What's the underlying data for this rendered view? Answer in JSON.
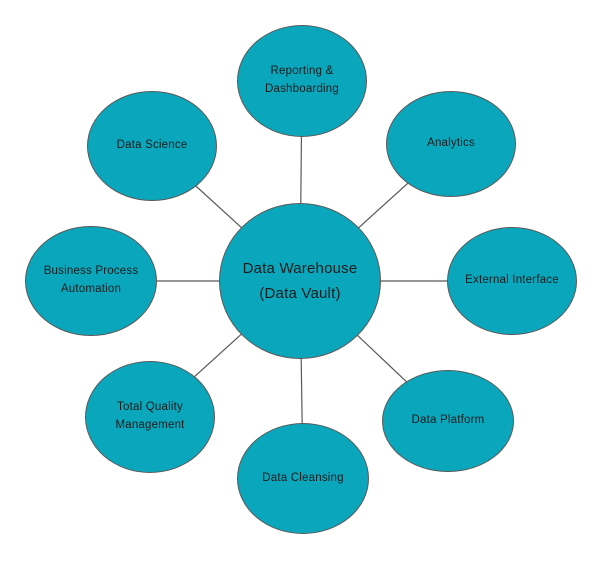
{
  "nodes": [
    {
      "id": "data-warehouse",
      "label": "Data Warehouse\n(Data Vault)"
    },
    {
      "id": "reporting-dashboarding",
      "label": "Reporting &\nDashboarding"
    },
    {
      "id": "analytics",
      "label": "Analytics"
    },
    {
      "id": "external-interface",
      "label": "External Interface"
    },
    {
      "id": "data-platform",
      "label": "Data Platform"
    },
    {
      "id": "data-cleansing",
      "label": "Data Cleansing"
    },
    {
      "id": "total-quality-management",
      "label": "Total Quality\nManagement"
    },
    {
      "id": "business-process-automation",
      "label": "Business Process\nAutomation"
    },
    {
      "id": "data-science",
      "label": "Data Science"
    }
  ],
  "colors": {
    "node_fill": "#0aa7bc",
    "node_border": "#595959",
    "connector": "#595959",
    "label_text": "#1b1b1b",
    "background": "#ffffff"
  }
}
